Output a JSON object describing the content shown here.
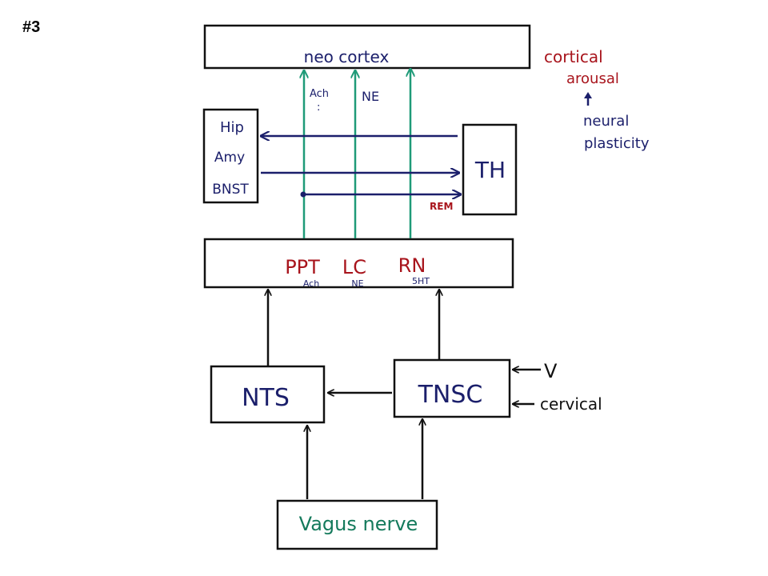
{
  "slide_number": "#3",
  "colors": {
    "ink": "#111111",
    "navy": "#1b1f6b",
    "red": "#a8141c",
    "green": "#1f9a78",
    "vagus": "#147a5c"
  },
  "boxes": {
    "neocortex": "neo cortex",
    "limbic": [
      "Hip",
      "Amy",
      "BNST"
    ],
    "thalamus": "TH",
    "brainstem": {
      "nuclei": [
        {
          "name": "PPT",
          "transmitter": "Ach"
        },
        {
          "name": "LC",
          "transmitter": "NE"
        },
        {
          "name": "RN",
          "transmitter": "5HT"
        }
      ]
    },
    "nts": "NTS",
    "tnsc": "TNSC",
    "vagus": "Vagus nerve"
  },
  "labels": {
    "ach_pathway": "Ach",
    "ach_dots": ":",
    "ne_pathway": "NE",
    "rem": "REM",
    "v_input": "V",
    "cervical_input": "cervical"
  },
  "side_note": {
    "line1": "cortical",
    "line2": "arousal",
    "line3": "neural",
    "line4": "plasticity"
  }
}
